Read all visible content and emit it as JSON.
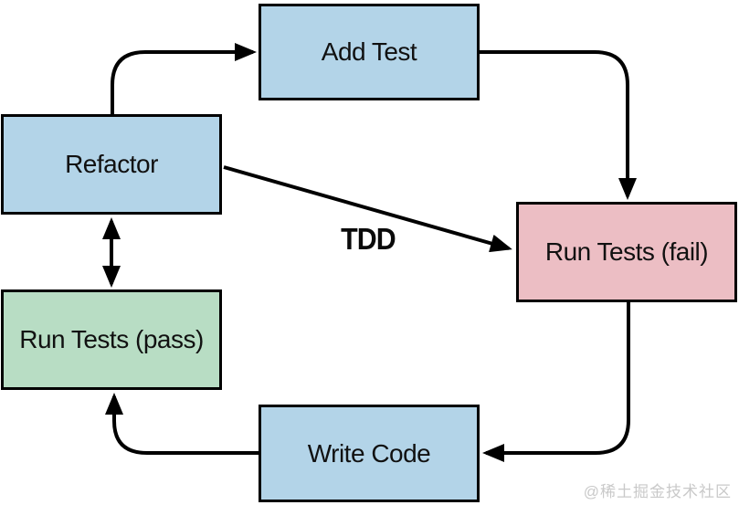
{
  "diagram": {
    "type": "flowchart",
    "subject": "TDD cycle",
    "nodes": [
      {
        "id": "add-test",
        "label": "Add Test",
        "fill": "#b3d4e8"
      },
      {
        "id": "refactor",
        "label": "Refactor",
        "fill": "#b3d4e8"
      },
      {
        "id": "run-tests-fail",
        "label": "Run Tests (fail)",
        "fill": "#ecbec4"
      },
      {
        "id": "run-tests-pass",
        "label": "Run Tests (pass)",
        "fill": "#b8ddc4"
      },
      {
        "id": "write-code",
        "label": "Write Code",
        "fill": "#b3d4e8"
      }
    ],
    "edges": [
      {
        "from": "refactor",
        "to": "add-test",
        "direction": "one-way"
      },
      {
        "from": "add-test",
        "to": "run-tests-fail",
        "direction": "one-way"
      },
      {
        "from": "refactor",
        "to": "run-tests-fail",
        "direction": "one-way",
        "label": "TDD"
      },
      {
        "from": "refactor",
        "to": "run-tests-pass",
        "direction": "two-way"
      },
      {
        "from": "run-tests-fail",
        "to": "write-code",
        "direction": "one-way"
      },
      {
        "from": "write-code",
        "to": "run-tests-pass",
        "direction": "one-way"
      }
    ],
    "line_color": "#000000",
    "border_color": "#000000",
    "text_color": "#111111"
  },
  "watermark": {
    "text": "@稀土掘金技术社区",
    "color": "#c9c9c9"
  }
}
